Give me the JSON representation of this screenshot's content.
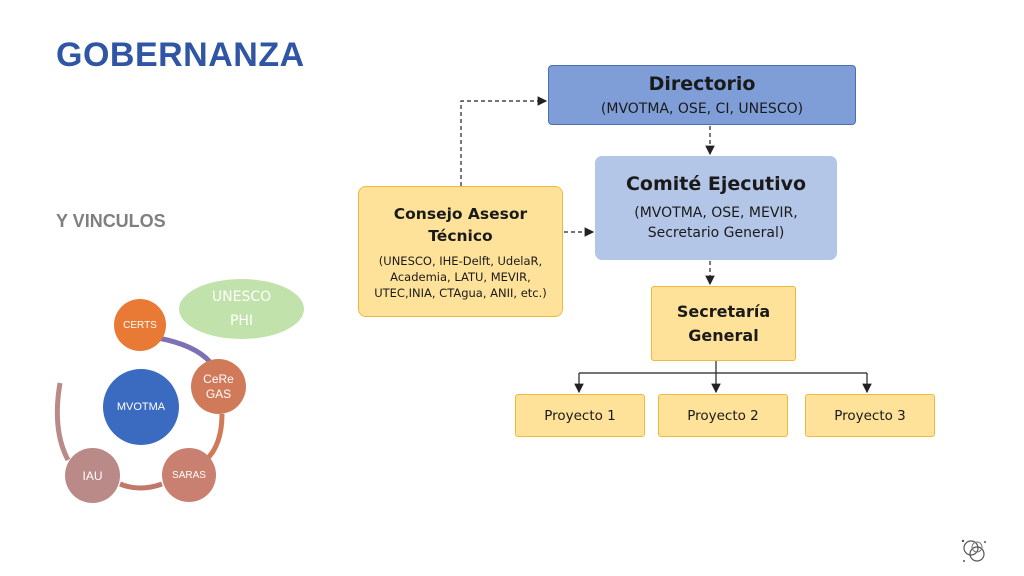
{
  "page": {
    "title": "GOBERNANZA",
    "subtitle": "Y VINCULOS"
  },
  "org": {
    "directorio": {
      "title": "Directorio",
      "members": "(MVOTMA, OSE, CI, UNESCO)"
    },
    "comite": {
      "title": "Comité Ejecutivo",
      "members": "(MVOTMA, OSE, MEVIR, Secretario General)"
    },
    "consejo": {
      "title": "Consejo Asesor Técnico",
      "members": "(UNESCO, IHE-Delft, UdelaR, Academia, LATU, MEVIR, UTEC,INIA, CTAgua, ANII, etc.)"
    },
    "secretaria": {
      "title": "Secretaría General"
    },
    "proyectos": [
      "Proyecto 1",
      "Proyecto 2",
      "Proyecto 3"
    ]
  },
  "network": {
    "center": "MVOTMA",
    "nodes": [
      "CERTS",
      "CeRe GAS",
      "SARAS",
      "IAU"
    ],
    "unesco_line1": "UNESCO",
    "unesco_line2": "PHI"
  },
  "colors": {
    "title": "#2f55a4",
    "directorio_fill": "#7f9ed8",
    "comite_fill": "#b4c6e7",
    "yellow_fill": "#ffe299",
    "yellow_border": "#f2b83c",
    "mvotma": "#3a6bc0",
    "certs": "#e97a35",
    "unesco": "#c2e2ac"
  },
  "icons": {
    "logo": "swirl-logo-icon"
  }
}
